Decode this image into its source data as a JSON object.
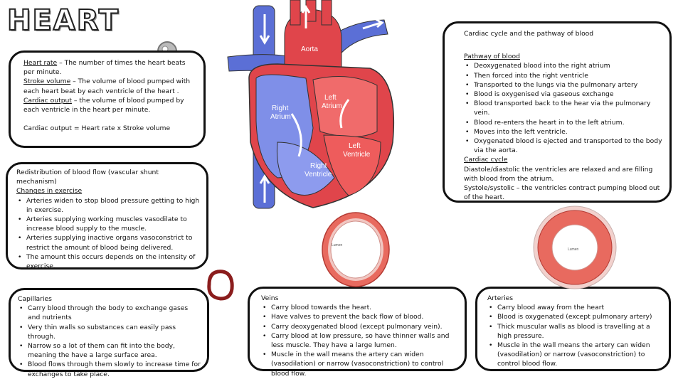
{
  "title": "HEART",
  "definitions": {
    "hr_term": "Heart rate",
    "hr_text": " – The number of times the heart beats per minute.",
    "sv_term": "Stroke volume",
    "sv_text": " – The volume of blood pumped with each heart beat by each ventricle of the heart .",
    "co_term": "Cardiac output",
    "co_text": " – the volume of blood pumped by each ventricle in the heart per minute.",
    "formula": "Cardiac output = Heart rate x Stroke volume"
  },
  "redistribution": {
    "heading": "Redistribution of blood flow (vascular shunt mechanism)",
    "subheading": "Changes in exercise",
    "items": [
      "Arteries widen to stop blood pressure getting to high in exercise.",
      "Arteries supplying working muscles vasodilate to increase blood supply to the muscle.",
      "Arteries supplying inactive organs vasoconstrict to restrict the amount of blood being delivered.",
      "The amount this occurs depends on the intensity of exercise."
    ]
  },
  "cardiac": {
    "header": "Cardiac cycle and the pathway of blood",
    "pathway_heading": "Pathway of blood",
    "pathway_items": [
      "Deoxygenated blood into the right atrium",
      "Then forced into the right ventricle",
      "Transported to the lungs via the pulmonary artery",
      "Blood is oxygenised via gaseous exchange",
      "Blood transported back to the hear via the pulmonary vein.",
      "Blood re-enters the heart in to the left atrium.",
      "Moves into the left ventricle.",
      "Oxygenated blood is ejected and transported to the body via the aorta."
    ],
    "cycle_heading": "Cardiac cycle",
    "diastole": "Diastole/diastolic the ventricles are relaxed and are filling with blood from the atrium.",
    "systole": "Systole/systolic – the ventricles contract pumping blood out of the heart."
  },
  "capillaries": {
    "heading": "Capillaries",
    "items": [
      "Carry blood through the body to exchange gases and nutrients",
      "Very thin walls so substances can easily pass through.",
      "Narrow so a lot of them can fit into the body, meaning the have a large surface area.",
      "Blood flows through them slowly to increase time for exchanges to take place."
    ]
  },
  "veins": {
    "heading": "Veins",
    "items": [
      "Carry blood towards the heart.",
      "Have valves to prevent the back flow of blood.",
      "Carry deoxygenated blood (except pulmonary vein).",
      "Carry blood at low pressure, so have thinner walls and less muscle. They have a large lumen.",
      "Muscle in the wall means the artery can widen (vasodilation) or narrow (vasoconstriction) to control blood flow."
    ]
  },
  "arteries": {
    "heading": "Arteries",
    "items": [
      "Carry blood away from the heart",
      "Blood is oxygenated (except pulmonary artery)",
      "Thick muscular walls as blood is travelling at a high pressure.",
      "Muscle in the wall means the artery can widen (vasodilation) or narrow (vasoconstriction) to control blood flow."
    ]
  },
  "diagram_labels": {
    "aorta": "Aorta",
    "right_atrium_1": "Right",
    "right_atrium_2": "Atrium",
    "left_atrium_1": "Left",
    "left_atrium_2": "Atrium",
    "left_ventricle_1": "Left",
    "left_ventricle_2": "Ventricle",
    "right_ventricle_1": "Right",
    "right_ventricle_2": "Ventricle"
  },
  "vessel_labels": {
    "vein_lumen": "Lumen",
    "artery_lumen": "Lumen"
  },
  "colors": {
    "deoxygenated": "#5b6fd6",
    "oxygenated": "#e0454b",
    "vessel_wall": "#e86a5f",
    "capillary": "#8b1d1d"
  }
}
